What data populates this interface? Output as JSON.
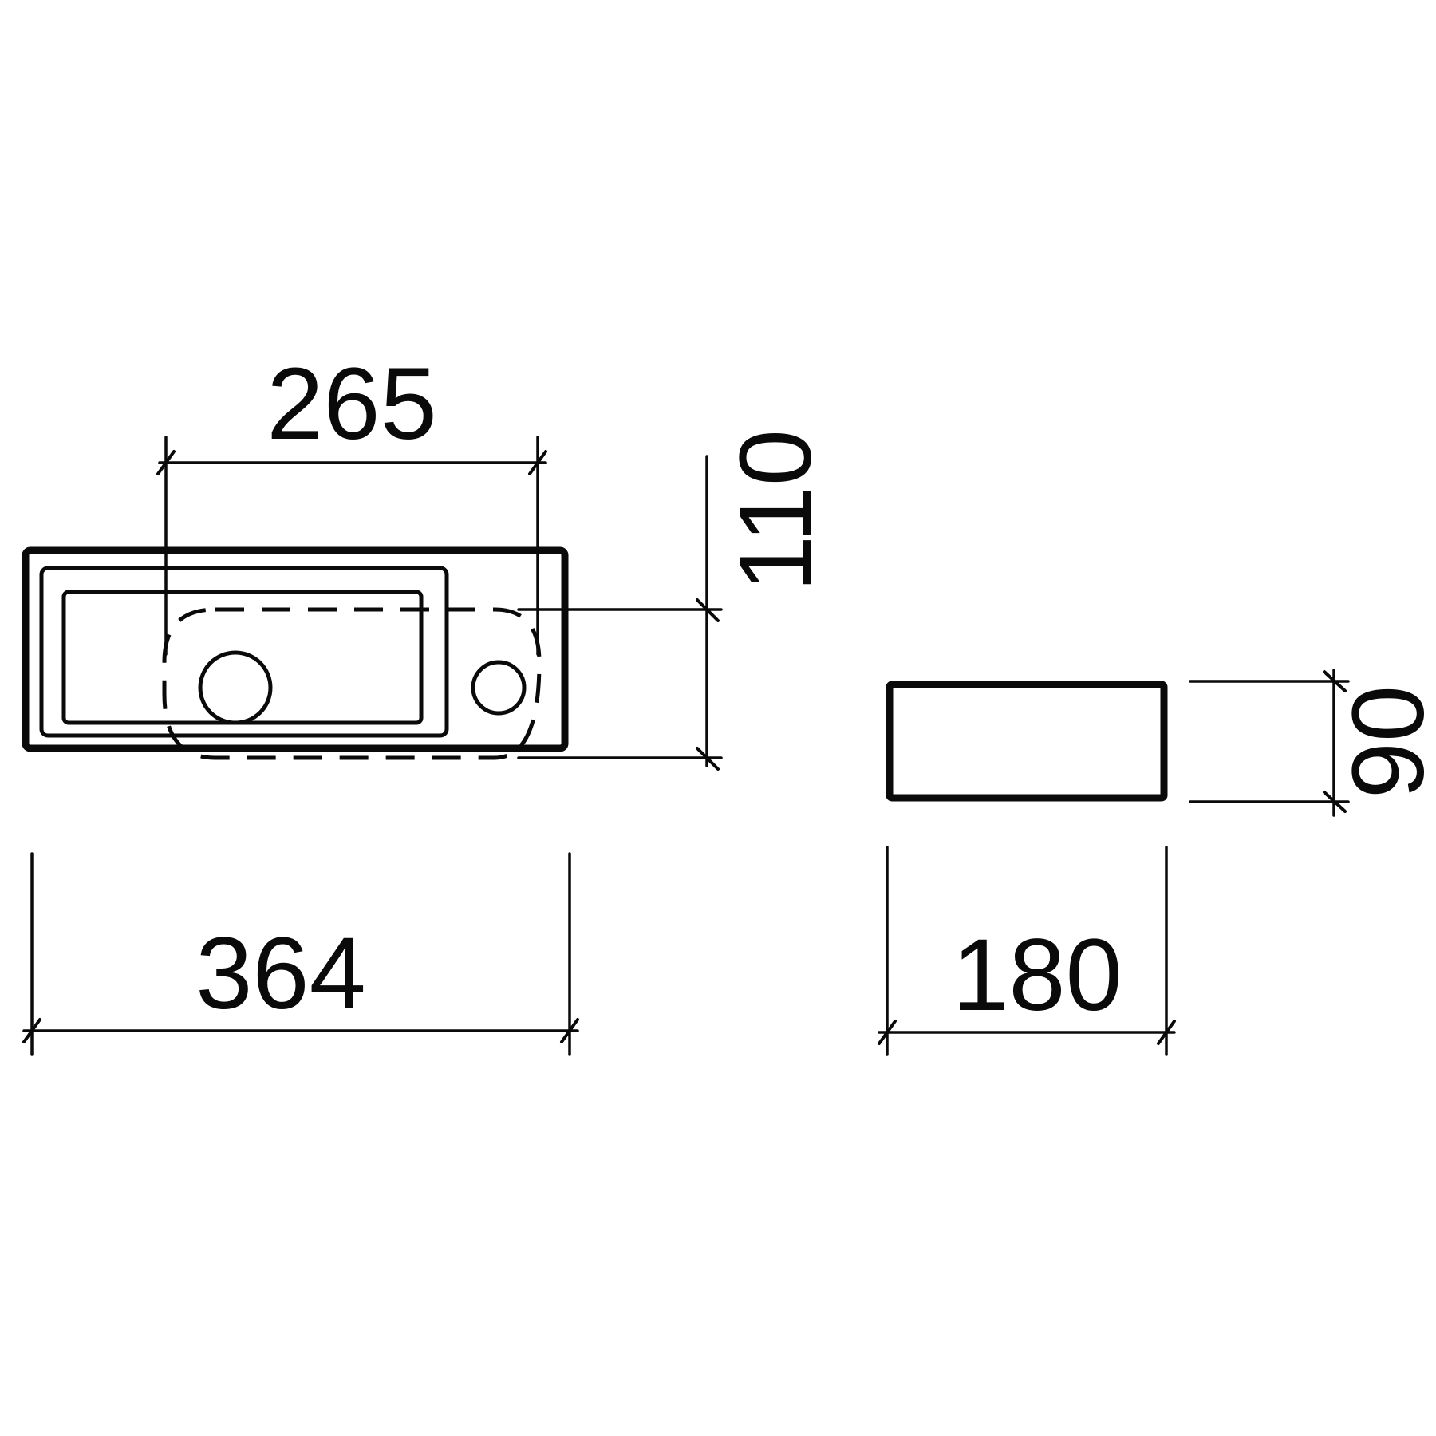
{
  "dimensions": {
    "top_width": "265",
    "overall_length": "364",
    "depth": "110",
    "side_width": "180",
    "height": "90"
  },
  "colors": {
    "line": "#0a0a0a",
    "background": "#ffffff"
  }
}
